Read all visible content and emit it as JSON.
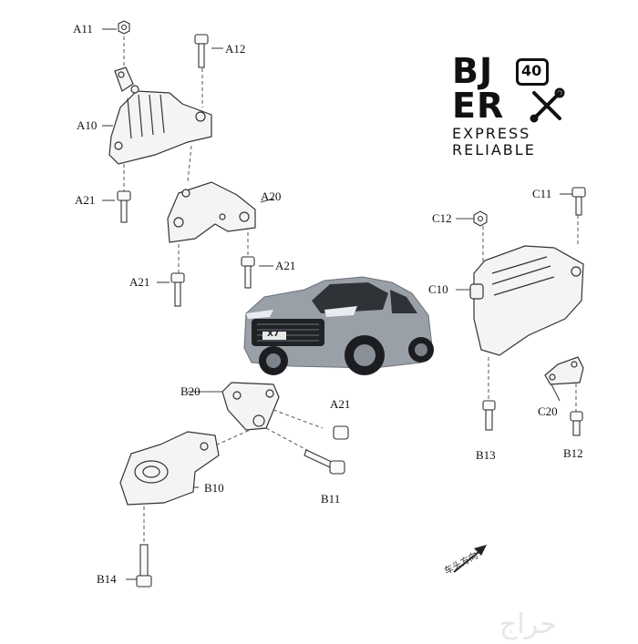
{
  "labels": {
    "A11": "A11",
    "A12": "A12",
    "A10": "A10",
    "A20": "A20",
    "A21_left": "A21",
    "A21_mid": "A21",
    "A21_right": "A21",
    "A21_b": "A21",
    "B20": "B20",
    "B10": "B10",
    "B11": "B11",
    "B14": "B14",
    "B13": "B13",
    "B12": "B12",
    "C11": "C11",
    "C12": "C12",
    "C10": "C10",
    "C20": "C20"
  },
  "logo": {
    "line1": "BJ",
    "line1_badge": "40",
    "line2": "ER",
    "line3": "EXPRESS",
    "line4": "RELIABLE"
  },
  "direction_label": "车头方向",
  "watermark": "حراج",
  "car_model": "X7",
  "colors": {
    "ink": "#111111",
    "car_body": "#9aa0a8",
    "line": "#555555"
  }
}
